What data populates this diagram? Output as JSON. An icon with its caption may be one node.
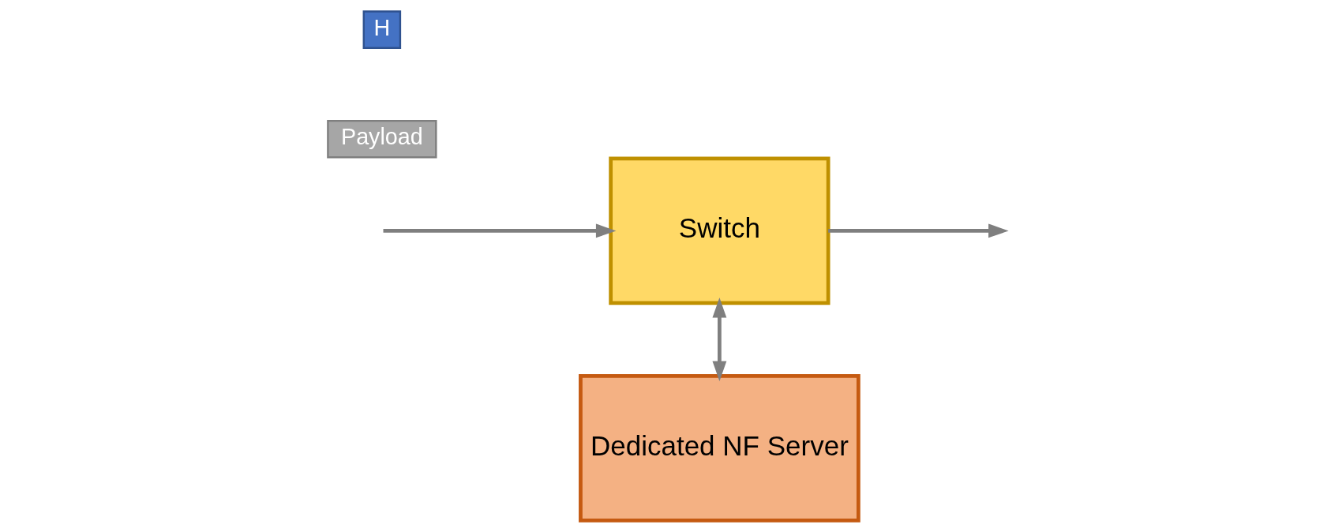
{
  "diagram": {
    "nodes": [
      {
        "text": [
          "Dedicated NF Server"
        ]
      },
      {
        "text": [
          "Switch"
        ]
      },
      {
        "text": [
          "H"
        ]
      },
      {
        "text": [
          "Payload"
        ]
      }
    ],
    "edges": [
      {
        "from": null,
        "to": 1,
        "arrow": "to"
      },
      {
        "from": 1,
        "to": 0,
        "arrow": "both"
      },
      {
        "from": 1,
        "to": null,
        "arrow": "to"
      }
    ]
  }
}
